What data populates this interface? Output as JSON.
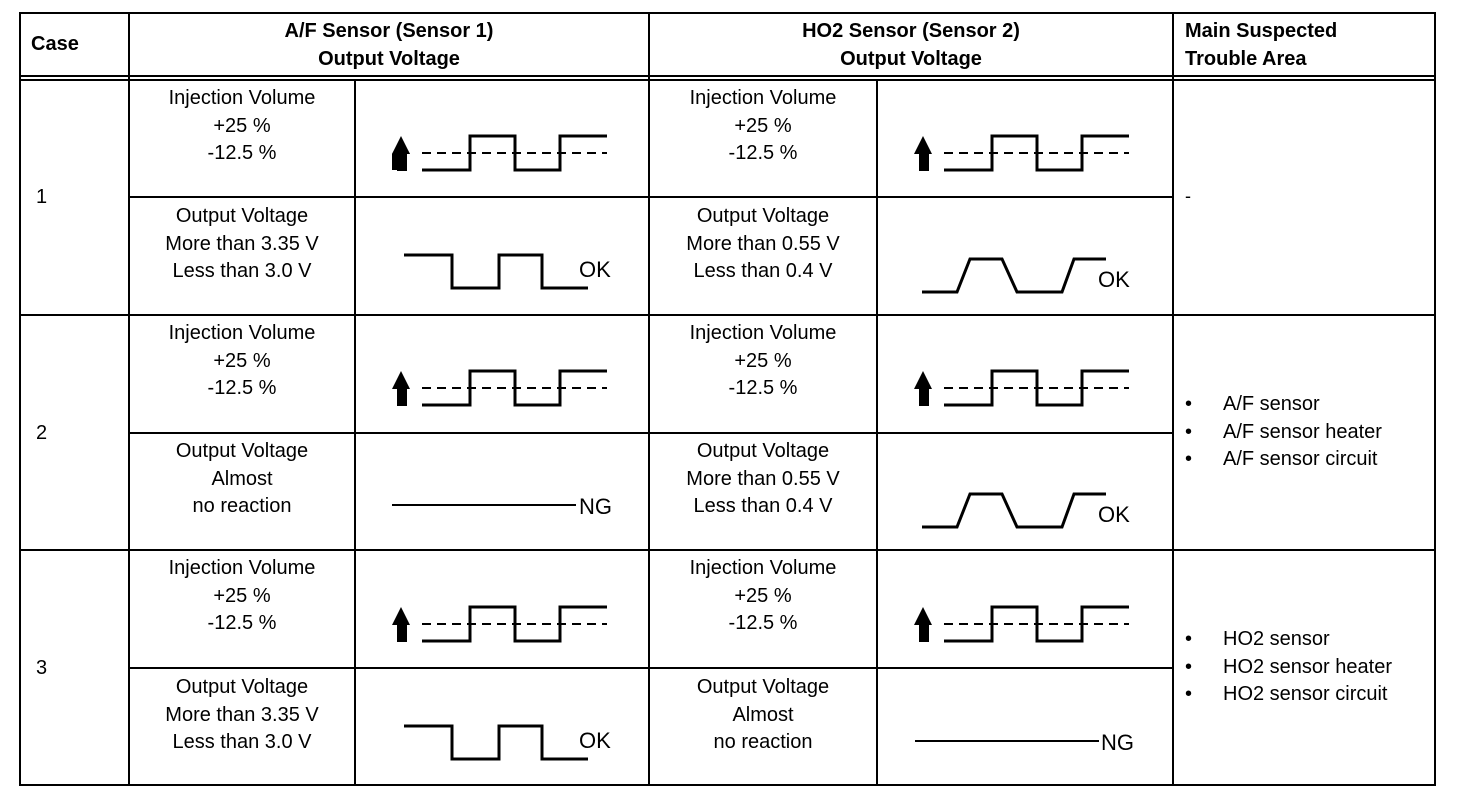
{
  "header": {
    "case": "Case",
    "af_sensor": "A/F Sensor (Sensor 1)\nOutput Voltage",
    "ho2_sensor": "HO2 Sensor (Sensor 2)\nOutput Voltage",
    "trouble_area": "Main Suspected\nTrouble Area"
  },
  "cases": [
    {
      "number": "1",
      "af_injection": [
        "Injection Volume",
        "+25 %",
        "-12.5 %"
      ],
      "af_output": [
        "Output Voltage",
        "More than 3.35 V",
        "Less than 3.0 V"
      ],
      "af_result": "OK",
      "ho2_injection": [
        "Injection Volume",
        "+25 %",
        "-12.5 %"
      ],
      "ho2_output": [
        "Output Voltage",
        "More than 0.55 V",
        "Less than 0.4 V"
      ],
      "ho2_result": "OK",
      "trouble": "-"
    },
    {
      "number": "2",
      "af_injection": [
        "Injection Volume",
        "+25 %",
        "-12.5 %"
      ],
      "af_output": [
        "Output Voltage",
        "Almost",
        "no reaction"
      ],
      "af_result": "NG",
      "ho2_injection": [
        "Injection Volume",
        "+25 %",
        "-12.5 %"
      ],
      "ho2_output": [
        "Output Voltage",
        "More than 0.55 V",
        "Less than 0.4 V"
      ],
      "ho2_result": "OK",
      "trouble_items": [
        "A/F sensor",
        "A/F sensor heater",
        "A/F sensor circuit"
      ]
    },
    {
      "number": "3",
      "af_injection": [
        "Injection Volume",
        "+25 %",
        "-12.5 %"
      ],
      "af_output": [
        "Output Voltage",
        "More than 3.35 V",
        "Less than 3.0 V"
      ],
      "af_result": "OK",
      "ho2_injection": [
        "Injection Volume",
        "+25 %",
        "-12.5 %"
      ],
      "ho2_output": [
        "Output Voltage",
        "Almost",
        "no reaction"
      ],
      "ho2_result": "NG",
      "trouble_items": [
        "HO2 sensor",
        "HO2 sensor heater",
        "HO2 sensor circuit"
      ]
    }
  ]
}
